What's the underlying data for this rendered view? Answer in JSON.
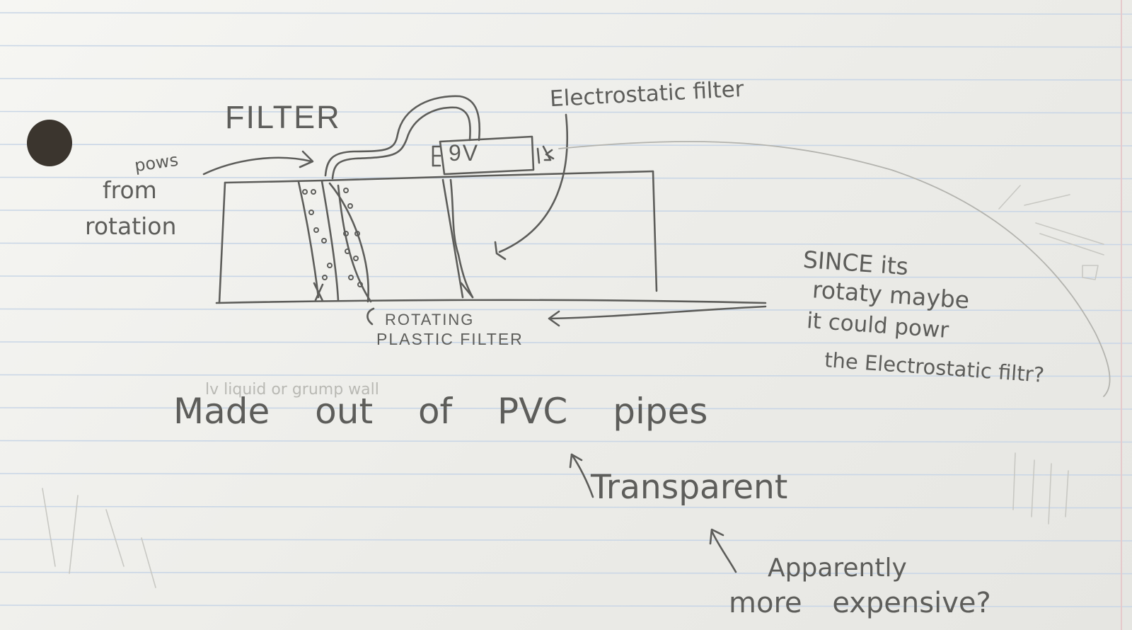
{
  "labels": {
    "filter": "FILTER",
    "electrostatic_filter": "Electrostatic filter",
    "battery": "9V",
    "power_line_1": "pows",
    "power_line_2": "from",
    "power_line_3": "rotation",
    "rotating_line_1": "ROTATING",
    "rotating_line_2": "PLASTIC FILTER",
    "note_line_1": "SINCE its",
    "note_line_2": "rotaty maybe",
    "note_line_3": "it could powr",
    "note_line_4": "the Electrostatic filtr?",
    "erased_text": "lv liquid or grump wall",
    "made_of": "Made out of PVC pipes",
    "transparent": "Transparent",
    "cost_line_1": "Apparently",
    "cost_line_2": "more expensive?"
  },
  "colors": {
    "paper": "#f2f2ef",
    "pencil": "#5d5d5a",
    "rule_line": "#c9d6e6",
    "margin_line": "#e6c9cb",
    "hole_punch": "#3b352e"
  }
}
